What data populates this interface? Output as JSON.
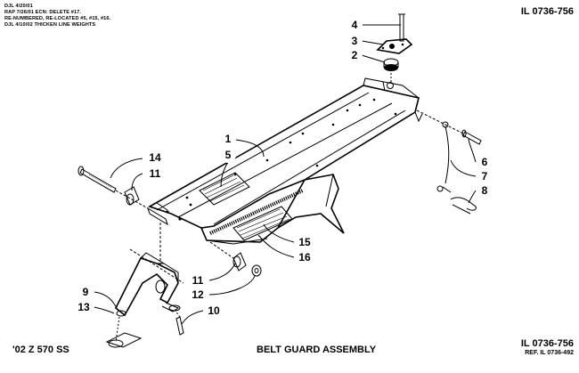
{
  "revision_notes": [
    "DJL 4/20/01",
    "RAP 7/26/01  ECN:  DELETE #17.",
    "RE-NUMBERED, RE-LOCATED #5, #15, #16.",
    "DJL 4/10/02 THICKEN LINE WEIGHTS"
  ],
  "header": {
    "illustration_id": "IL 0736-756"
  },
  "footer": {
    "model": "'02 Z 570 SS",
    "title": "BELT GUARD ASSEMBLY",
    "illustration_id": "IL 0736-756",
    "reference": "REF. IL 0736-492"
  },
  "callouts": {
    "c1": "1",
    "c2": "2",
    "c3": "3",
    "c4": "4",
    "c5": "5",
    "c6": "6",
    "c7": "7",
    "c8": "8",
    "c9": "9",
    "c10": "10",
    "c11a": "11",
    "c11b": "11",
    "c12": "12",
    "c13": "13",
    "c14": "14",
    "c15": "15",
    "c16": "16"
  }
}
